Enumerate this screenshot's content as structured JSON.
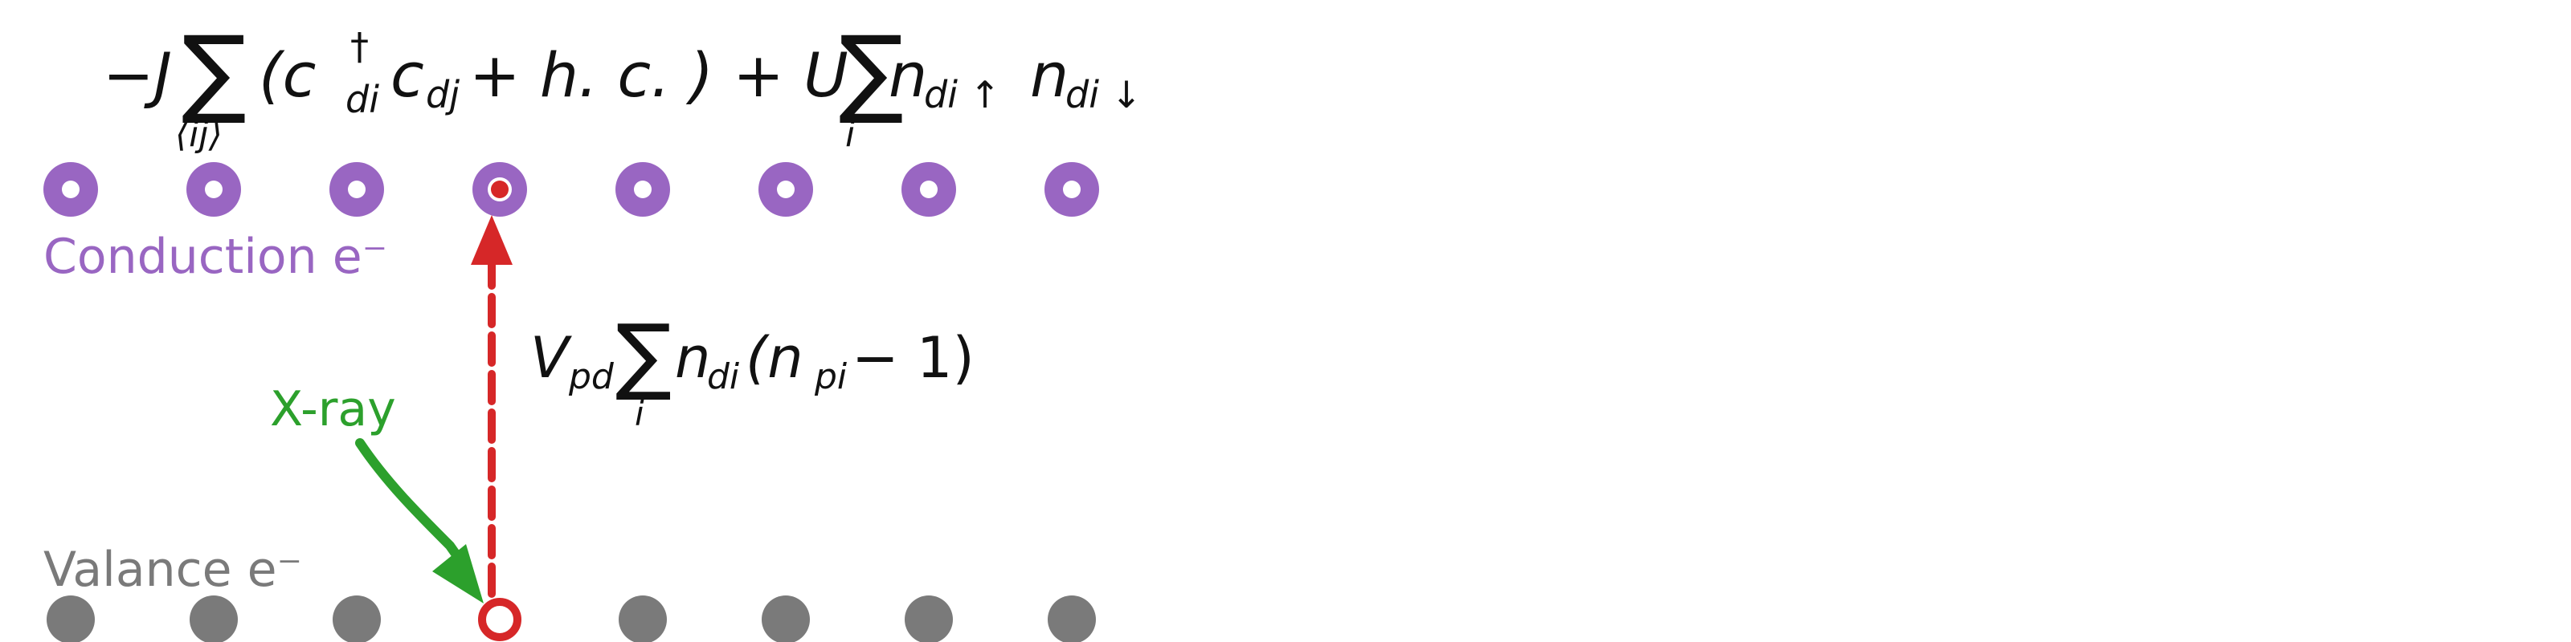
{
  "hamiltonian": {
    "hopping_prefix": "−J",
    "sum_symbol": "∑",
    "hopping_sum_index": "⟨ij⟩",
    "hopping_body": "(c",
    "hopping_dag": "†",
    "hopping_sub1": "di",
    "hopping_c2": "c",
    "hopping_sub2": "dj",
    "hopping_tail": " + h. c. ) + U",
    "hubbard_sum_index": "i",
    "hubbard_n1": "n",
    "hubbard_sub1": "di ↑",
    "hubbard_n2": "n",
    "hubbard_sub2": "di ↓"
  },
  "core_hole_term": {
    "v": "V",
    "v_sub": "pd",
    "sum_symbol": "∑",
    "sum_index": "i",
    "n1": "n",
    "n1_sub": "di",
    "paren_open": "(n",
    "n2_sub": "pi",
    "tail": " − 1)"
  },
  "labels": {
    "conduction": "Conduction e⁻",
    "valance": "Valance e⁻",
    "xray": "X-ray"
  },
  "lattice": {
    "sites_per_row": 8,
    "excited_site": 3
  },
  "colors": {
    "conduction": "#9966c2",
    "valance": "#7a7a7a",
    "xray": "#2ca02c",
    "excitation": "#d62728",
    "text": "#111111"
  }
}
